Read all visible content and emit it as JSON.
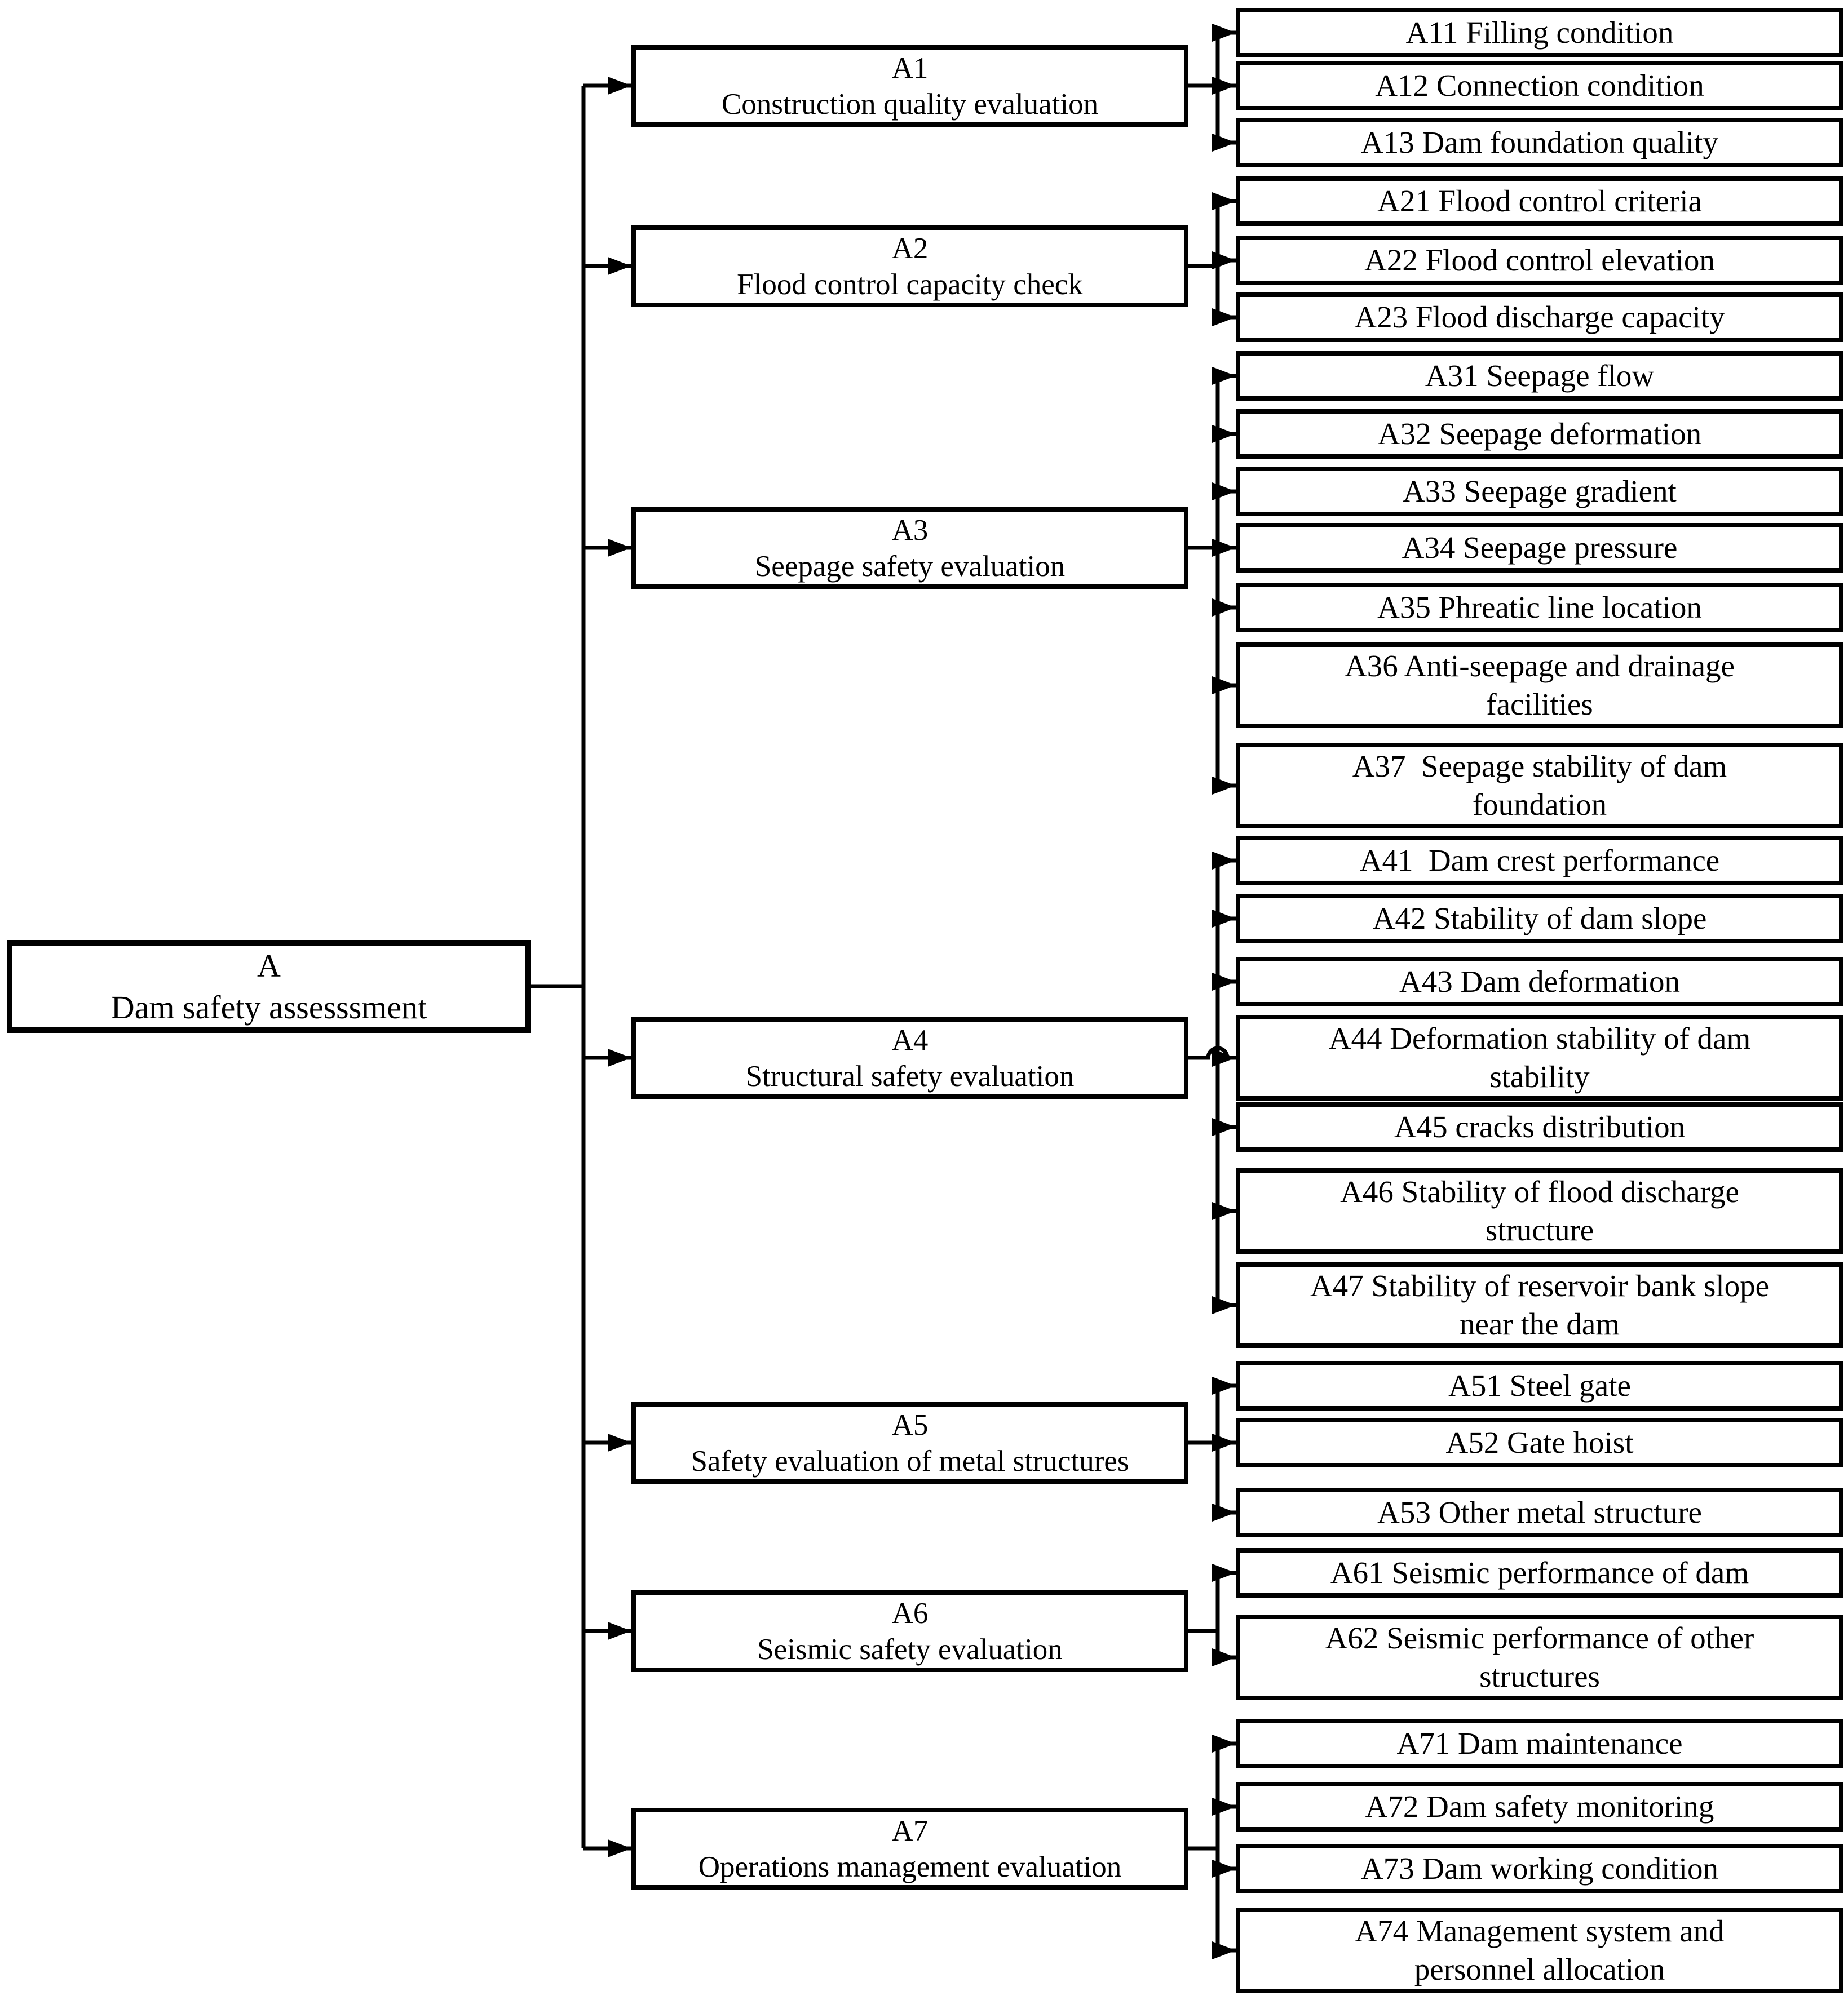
{
  "colors": {
    "ink": "#000000",
    "paper": "#ffffff"
  },
  "figure": {
    "root": {
      "code": "A",
      "label": "Dam safety assesssment"
    },
    "branches": [
      {
        "code": "A1",
        "label": "Construction quality evaluation",
        "children": [
          "A11 Filling condition",
          "A12 Connection condition",
          "A13 Dam foundation quality"
        ]
      },
      {
        "code": "A2",
        "label": "Flood control capacity check",
        "children": [
          "A21 Flood control criteria",
          "A22 Flood control elevation",
          "A23 Flood discharge capacity"
        ]
      },
      {
        "code": "A3",
        "label": "Seepage safety evaluation",
        "children": [
          "A31 Seepage flow",
          "A32 Seepage deformation",
          "A33 Seepage gradient",
          "A34 Seepage pressure",
          "A35 Phreatic line location",
          "A36 Anti-seepage and drainage\nfacilities",
          "A37  Seepage stability of dam\nfoundation"
        ]
      },
      {
        "code": "A4",
        "label": "Structural safety evaluation",
        "children": [
          "A41  Dam crest performance",
          "A42 Stability of dam slope",
          "A43 Dam deformation",
          "A44 Deformation stability of dam\nstability",
          "A45 cracks distribution",
          "A46 Stability of flood discharge\nstructure",
          "A47 Stability of reservoir bank slope\nnear the dam"
        ]
      },
      {
        "code": "A5",
        "label": "Safety evaluation of metal structures",
        "children": [
          "A51 Steel gate",
          "A52 Gate hoist",
          "A53 Other metal structure"
        ]
      },
      {
        "code": "A6",
        "label": "Seismic safety evaluation",
        "children": [
          "A61 Seismic performance of dam",
          "A62 Seismic performance of other\nstructures"
        ]
      },
      {
        "code": "A7",
        "label": "Operations management evaluation",
        "children": [
          "A71 Dam maintenance",
          "A72 Dam safety monitoring",
          "A73 Dam working condition",
          "A74 Management system and\npersonnel allocation"
        ]
      }
    ]
  }
}
